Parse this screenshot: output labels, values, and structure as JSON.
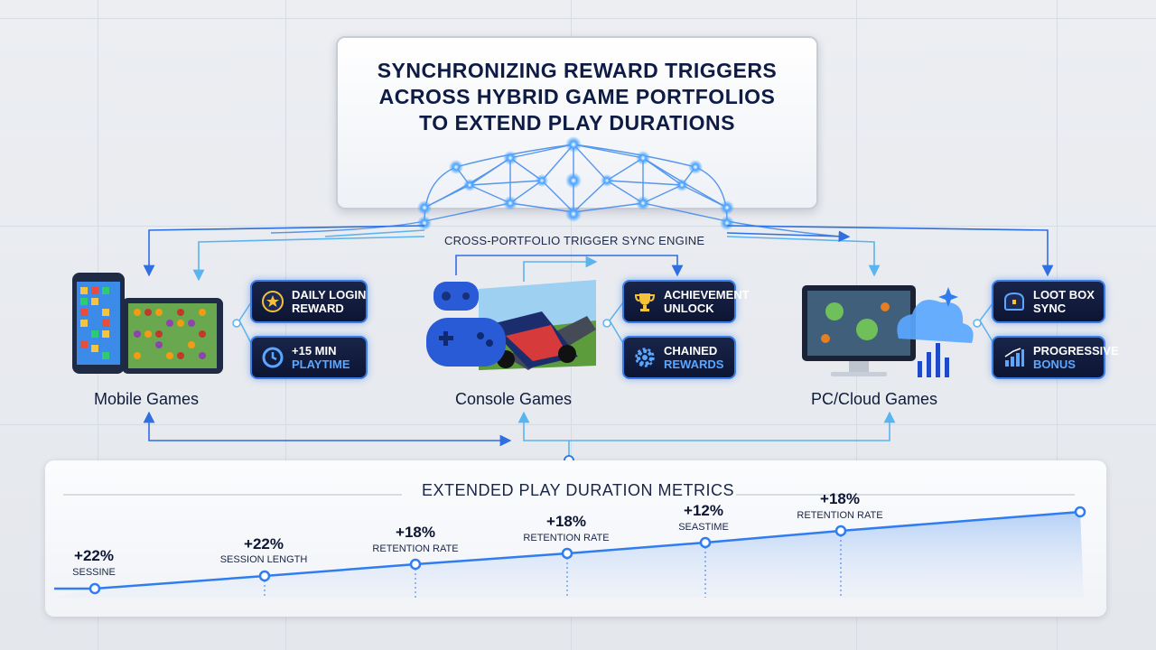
{
  "title": {
    "lines": [
      "SYNCHRONIZING REWARD TRIGGERS",
      "ACROSS HYBRID GAME PORTFOLIOS",
      "TO EXTEND PLAY DURATIONS"
    ]
  },
  "engine": {
    "label": "CROSS-PORTFOLIO TRIGGER SYNC ENGINE"
  },
  "groups": {
    "mobile": {
      "label": "Mobile Games"
    },
    "console": {
      "label": "Console Games"
    },
    "pc": {
      "label": "PC/Cloud Games"
    }
  },
  "chips": {
    "daily_login": {
      "line1": "DAILY LOGIN",
      "line2": "REWARD",
      "icon": "star-badge-icon"
    },
    "playtime": {
      "line1": "+15 MIN",
      "line2": "PLAYTIME",
      "icon": "timer-icon"
    },
    "achievement": {
      "line1": "ACHIEVEMENT",
      "line2": "UNLOCK",
      "icon": "trophy-icon"
    },
    "chained": {
      "line1": "CHAINED",
      "line2": "REWARDS",
      "icon": "gear-icon"
    },
    "loot_box": {
      "line1": "LOOT BOX",
      "line2": "SYNC",
      "icon": "chest-icon"
    },
    "progressive": {
      "line1": "PROGRESSIVE",
      "line2": "BONUS",
      "icon": "bar-growth-icon"
    }
  },
  "metrics": {
    "title": "EXTENDED PLAY DURATION METRICS",
    "points": [
      {
        "value": "+22%",
        "label": "SESSINE"
      },
      {
        "value": "+22%",
        "label": "SESSION LENGTH"
      },
      {
        "value": "+18%",
        "label": "RETENTION RATE"
      },
      {
        "value": "+18%",
        "label": "RETENTION RATE"
      },
      {
        "value": "+12%",
        "label": "SEASTIME"
      },
      {
        "value": "+18%",
        "label": "RETENTION RATE"
      }
    ]
  },
  "colors": {
    "accent": "#2f7df0",
    "node_glow": "#4aa3ff",
    "chip_bg": "#0f1838",
    "title_text": "#0d1b45"
  }
}
